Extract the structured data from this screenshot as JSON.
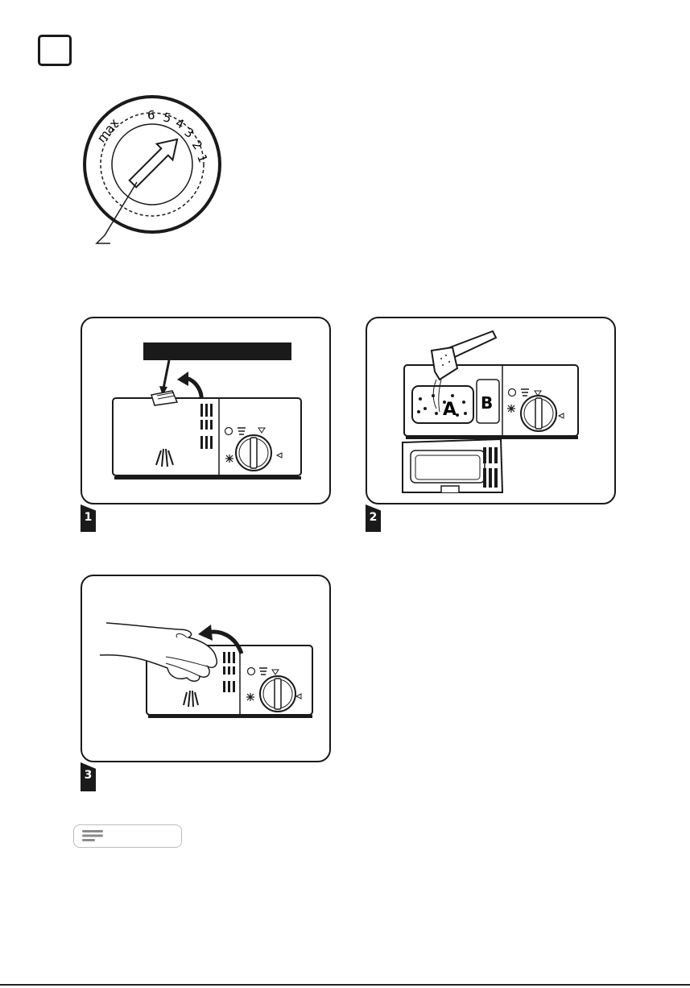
{
  "dial": {
    "scale_labels": [
      "max",
      "6",
      "5",
      "4",
      "3",
      "2",
      "1"
    ]
  },
  "panels": [
    {
      "step": "1"
    },
    {
      "step": "2",
      "compartment_a": "A",
      "compartment_b": "B"
    },
    {
      "step": "3"
    }
  ],
  "colors": {
    "ink": "#1a1a1a",
    "note_border": "#bdbdbd",
    "note_lines": "#8a8a8a"
  },
  "icons": [
    "regulator-dial-icon",
    "detergent-dispenser-icon",
    "measuring-scoop-icon",
    "hand-icon",
    "curved-arrow-icon",
    "note-icon"
  ]
}
